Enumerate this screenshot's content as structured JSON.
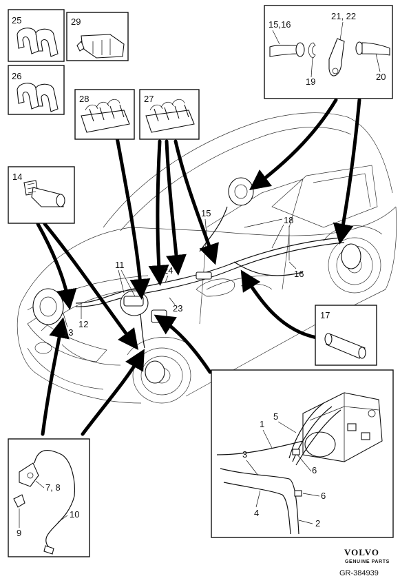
{
  "diagram": {
    "callouts": {
      "c25": "25",
      "c26": "26",
      "c29": "29",
      "c28": "28",
      "c27": "27",
      "c14": "14",
      "c15_16": "15,16",
      "c21_22": "21, 22",
      "c19": "19",
      "c20": "20",
      "c15": "15",
      "c18": "18",
      "c16": "16",
      "c11": "11",
      "c24": "24",
      "c23": "23",
      "c12": "12",
      "c13": "13",
      "c17": "17",
      "c1": "1",
      "c2": "2",
      "c3": "3",
      "c4": "4",
      "c5": "5",
      "c6a": "6",
      "c6b": "6",
      "c7_8": "7, 8",
      "c9": "9",
      "c10": "10"
    },
    "brand": "VOLVO",
    "brand_sub": "GENUINE PARTS",
    "doc_id": "GR-384939"
  }
}
